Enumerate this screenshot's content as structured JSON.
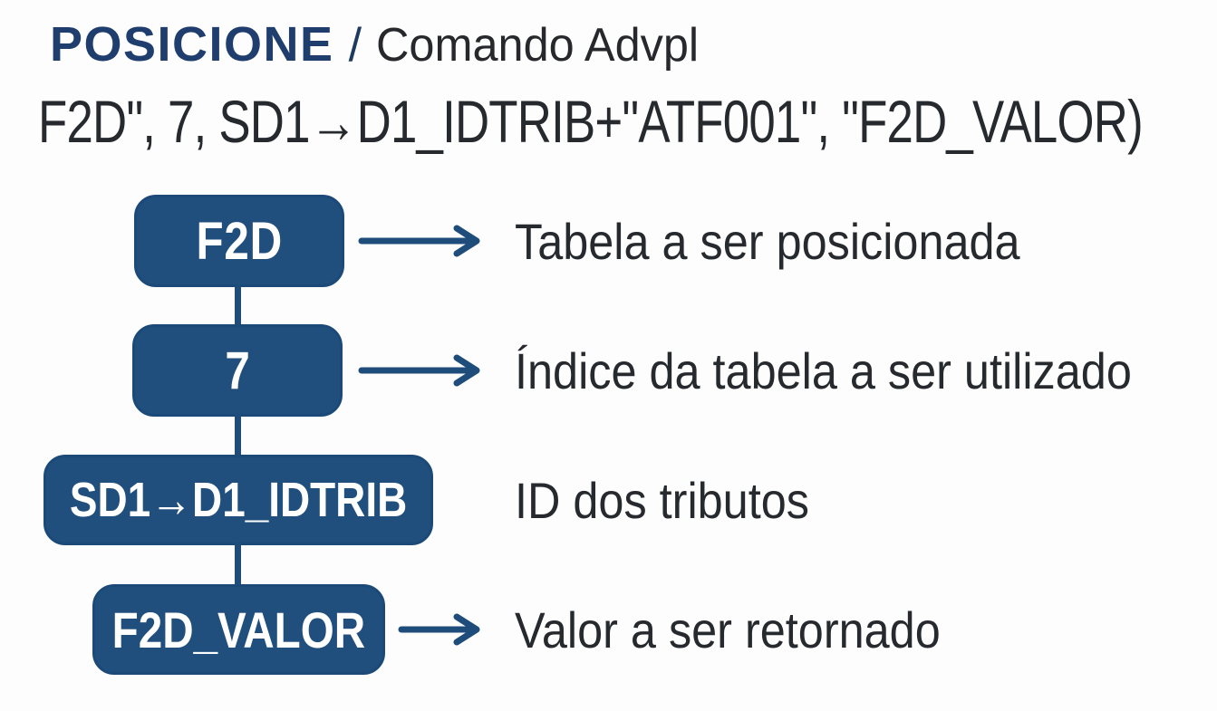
{
  "title": {
    "brand": "POSICIONE",
    "separator": "/",
    "subtitle": "Comando Advpl"
  },
  "code_line": "F2D\", 7, SD1→D1_IDTRIB+\"ATF001\", \"F2D_VALOR)",
  "diagram": {
    "rows": [
      {
        "box": "F2D",
        "description": "Tabela a ser posicionada",
        "has_arrow": true
      },
      {
        "box": "7",
        "description": "Índice da tabela a ser utilizado",
        "has_arrow": true
      },
      {
        "box": "SD1→D1_IDTRIB",
        "description": "ID dos tributos",
        "has_arrow": false
      },
      {
        "box": "F2D_VALOR",
        "description": "Valor a ser retornado",
        "has_arrow": true
      }
    ]
  },
  "colors": {
    "box_fill": "#214f7d",
    "box_border": "#1b4a79",
    "arrow": "#1e4d7b",
    "title_blue": "#1f3e6e",
    "slash_blue": "#1e3a5f",
    "text_dark": "#26292d",
    "background": "#fdfdfd"
  }
}
